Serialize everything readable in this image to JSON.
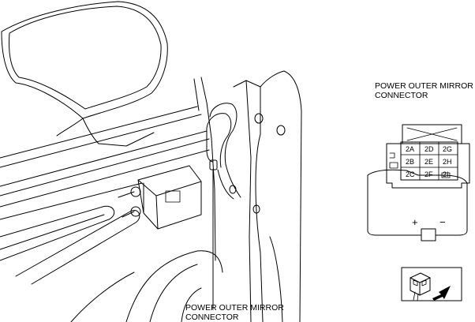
{
  "labels": {
    "mirror_connector_top_line1": "POWER OUTER MIRROR",
    "mirror_connector_top_line2": "CONNECTOR",
    "mirror_connector_bottom_line1": "POWER OUTER MIRROR",
    "mirror_connector_bottom_line2": "CONNECTOR"
  },
  "connector": {
    "terminals": [
      [
        "2A",
        "2D",
        "2G"
      ],
      [
        "2B",
        "2E",
        "2H"
      ],
      [
        "2C",
        "2F",
        "2I"
      ]
    ]
  },
  "battery": {
    "positive": "+",
    "negative": "−"
  }
}
